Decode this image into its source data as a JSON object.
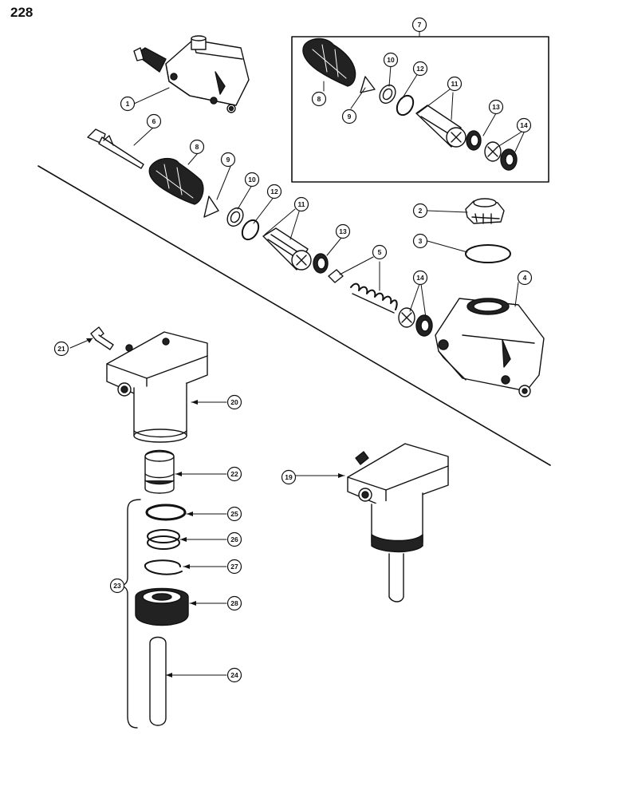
{
  "page_number": "228",
  "colors": {
    "ink": "#111111",
    "paper": "#ffffff",
    "shade": "#d9d9d9"
  },
  "callouts": [
    {
      "id": "c1",
      "label": "1"
    },
    {
      "id": "c2",
      "label": "2"
    },
    {
      "id": "c3",
      "label": "3"
    },
    {
      "id": "c4",
      "label": "4"
    },
    {
      "id": "c5",
      "label": "5"
    },
    {
      "id": "c6",
      "label": "6"
    },
    {
      "id": "c7",
      "label": "7"
    },
    {
      "id": "c8a",
      "label": "8"
    },
    {
      "id": "c9a",
      "label": "9"
    },
    {
      "id": "c10a",
      "label": "10"
    },
    {
      "id": "c11a",
      "label": "11"
    },
    {
      "id": "c12a",
      "label": "12"
    },
    {
      "id": "c13a",
      "label": "13"
    },
    {
      "id": "c14a",
      "label": "14"
    },
    {
      "id": "c8b",
      "label": "8"
    },
    {
      "id": "c9b",
      "label": "9"
    },
    {
      "id": "c10b",
      "label": "10"
    },
    {
      "id": "c11b",
      "label": "11"
    },
    {
      "id": "c12b",
      "label": "12"
    },
    {
      "id": "c13b",
      "label": "13"
    },
    {
      "id": "c14b",
      "label": "14"
    },
    {
      "id": "c19",
      "label": "19"
    },
    {
      "id": "c20",
      "label": "20"
    },
    {
      "id": "c21",
      "label": "21"
    },
    {
      "id": "c22",
      "label": "22"
    },
    {
      "id": "c23",
      "label": "23"
    },
    {
      "id": "c24",
      "label": "24"
    },
    {
      "id": "c25",
      "label": "25"
    },
    {
      "id": "c26",
      "label": "26"
    },
    {
      "id": "c27",
      "label": "27"
    },
    {
      "id": "c28",
      "label": "28"
    }
  ]
}
